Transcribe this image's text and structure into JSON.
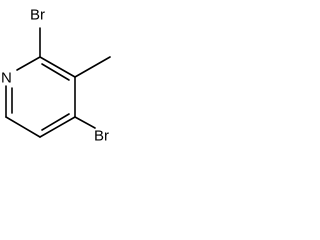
{
  "molecule": {
    "atoms": {
      "n1": "N",
      "br2": "Br",
      "br4": "Br"
    }
  }
}
